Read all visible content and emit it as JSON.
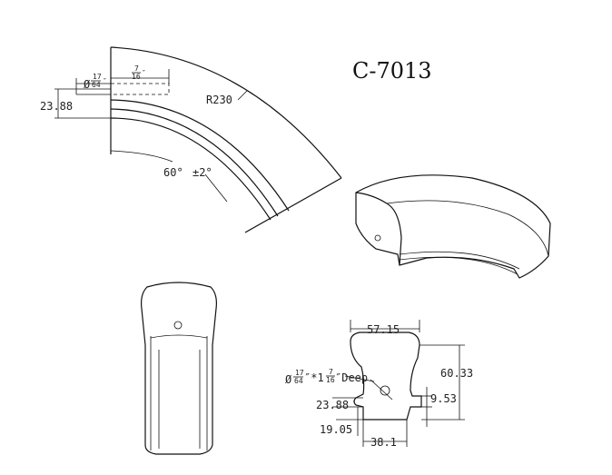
{
  "title": "C-7013",
  "top_view": {
    "radius_label": "R230",
    "angle_label": "60°",
    "tolerance_label": "±2°",
    "left_dim": "23.88",
    "hole_dia_num": "17",
    "hole_dia_den": "64",
    "hole_dia_prefix": "Ø",
    "hole_dia_unit": "″",
    "depth_num": "7",
    "depth_den": "16",
    "depth_unit": "″"
  },
  "profile": {
    "width_top": "57.15",
    "height": "60.33",
    "bottom_width": "38.1",
    "left_upper_dim": "23.88",
    "left_lower_dim": "19.05",
    "right_step": "9.53",
    "hole_label_prefix": "Ø",
    "hole_num": "17",
    "hole_den": "64",
    "hole_mid": "″*1",
    "hole_depth_num": "7",
    "hole_depth_den": "16",
    "hole_suffix": "″Deep"
  }
}
